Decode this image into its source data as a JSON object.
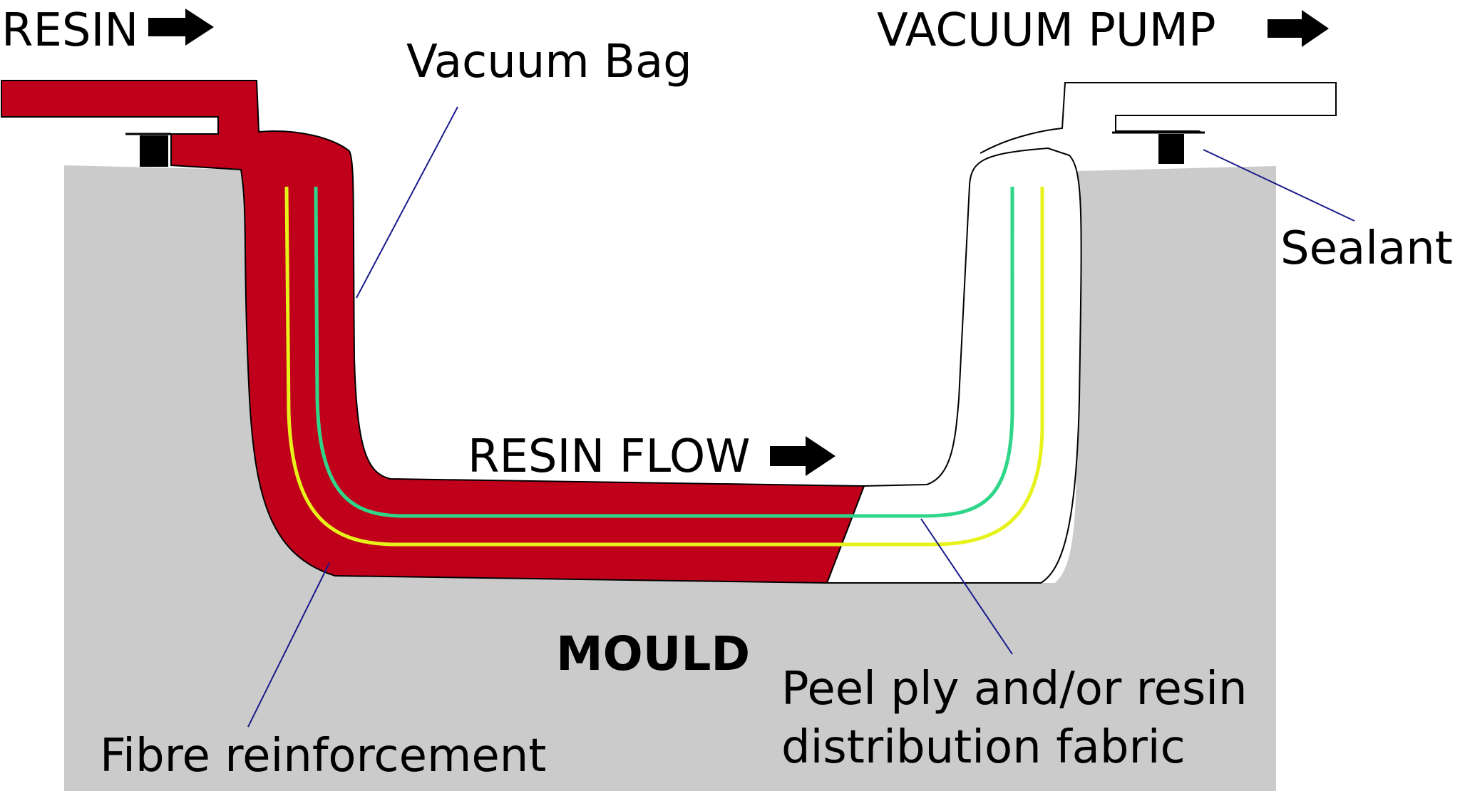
{
  "labels": {
    "resin_inlet": "RESIN",
    "vacuum_pump": "VACUUM PUMP",
    "vacuum_bag": "Vacuum Bag",
    "sealant": "Sealant",
    "resin_flow": "RESIN FLOW",
    "mould": "MOULD",
    "fibre_reinforcement": "Fibre reinforcement",
    "peel_ply_line1": "Peel ply and/or resin",
    "peel_ply_line2": "distribution fabric"
  },
  "icons": {
    "resin_arrow": "arrow-right-icon",
    "pump_arrow": "arrow-right-icon",
    "flow_arrow": "arrow-right-icon"
  },
  "colors": {
    "resin": "#c0001a",
    "mould": "#cbcbcb",
    "fibre_reinforcement": "#e6f21a",
    "peel_ply": "#2fd68a",
    "leader_lines": "#1a1a8c",
    "sealant": "#000000"
  }
}
